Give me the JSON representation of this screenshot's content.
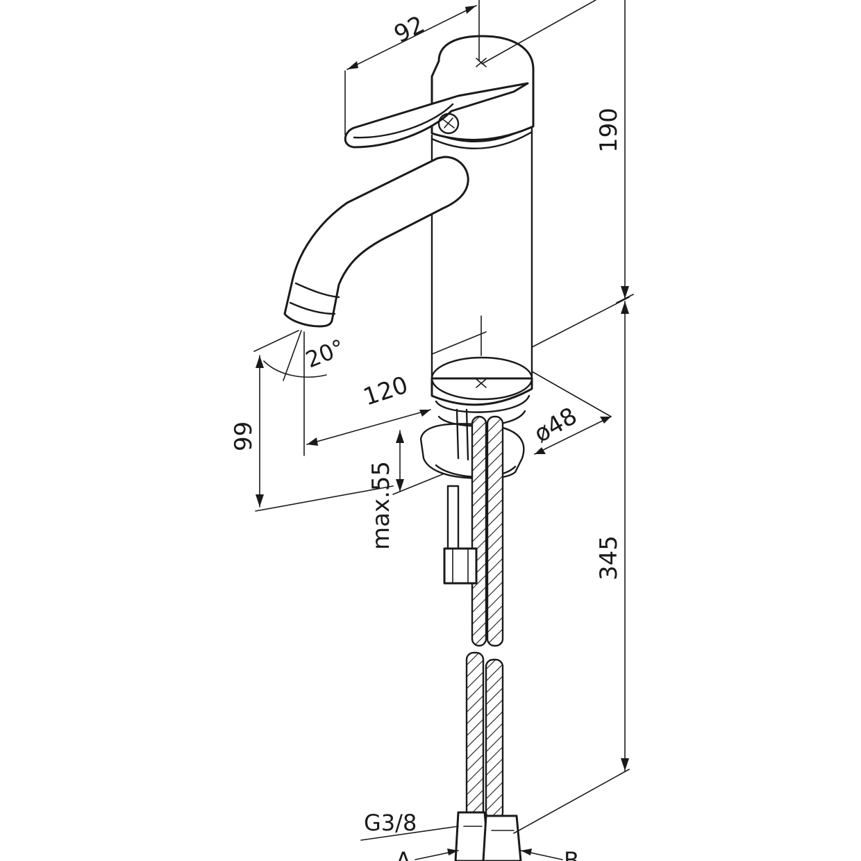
{
  "dimensions": {
    "handle_reach": "92",
    "body_height": "190",
    "spout_angle": "20°",
    "spout_reach": "120",
    "spout_height": "99",
    "base_diameter": "ø48",
    "max_deck_thickness": "max.55",
    "hose_length": "345"
  },
  "connections": {
    "thread": "G3/8",
    "label_a": "A",
    "label_b": "B"
  },
  "colors": {
    "line": "#1a1a1a",
    "background": "#ffffff"
  }
}
